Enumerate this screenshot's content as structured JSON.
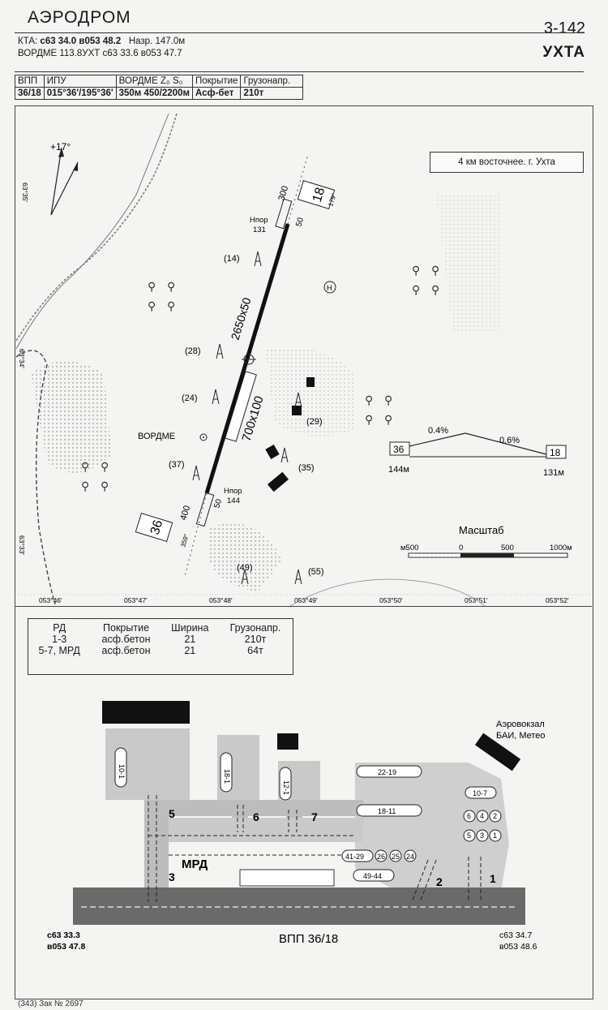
{
  "header": {
    "title": "АЭРОДРОМ",
    "chart_number": "3-142",
    "city": "УХТА",
    "kta_prefix": "КТА:",
    "kta_coords": "с63 34.0 в053 48.2",
    "elevation": "Назр. 147.0м",
    "vordme_line": "ВОРДМЕ 113.8УХТ с63 33.6 в053 47.7"
  },
  "runway_table": {
    "headers": [
      "ВПП",
      "ИПУ",
      "ВОРДМЕ Z₀ S₀",
      "Покрытие",
      "Грузонапр."
    ],
    "row": [
      "36/18",
      "015°36'/195°36'",
      "350м 450/2200м",
      "Асф-бет",
      "210т"
    ]
  },
  "aerodrome_map": {
    "magvar": "+17°",
    "note": "4 км восточнее. г. Ухта",
    "runway_dims": "2650x50",
    "strip_dims": "700x100",
    "vordme_label": "ВОРДМЕ",
    "rwy_north": "18",
    "rwy_north_hdg": "179°",
    "rwy_south": "36",
    "rwy_south_hdg": "359°",
    "threshold_north_label": "Нпор",
    "threshold_north_elev": "131",
    "threshold_south_label": "Нпор",
    "threshold_south_elev": "144",
    "dist_300": "300",
    "dist_400": "400",
    "dist_50a": "50",
    "dist_50b": "50",
    "helipad": "H",
    "obstacles": [
      "(14)",
      "(28)",
      "(24)",
      "(37)",
      "(29)",
      "(35)",
      "(49)",
      "(55)"
    ],
    "lat_labels": [
      "63°35'",
      "63°34'",
      "63°33'"
    ],
    "lon_labels": [
      "053°46'",
      "053°47'",
      "053°48'",
      "053°49'",
      "053°50'",
      "053°51'",
      "053°52'"
    ],
    "profile": {
      "left_rwy": "36",
      "left_elev": "144м",
      "right_rwy": "18",
      "right_elev": "131м",
      "slope_left": "0.4%",
      "slope_right": "0.6%"
    },
    "scale": {
      "title": "Масштаб",
      "labels": [
        "м500",
        "0",
        "500",
        "1000м"
      ]
    }
  },
  "taxiway_table": {
    "headers": [
      "РД",
      "Покрытие",
      "Ширина",
      "Грузонапр."
    ],
    "rows": [
      [
        "1-3",
        "асф.бетон",
        "21",
        "210т"
      ],
      [
        "5-7, МРД",
        "асф.бетон",
        "21",
        "64т"
      ]
    ]
  },
  "apron": {
    "terminal": "Аэровокзал",
    "terminal_sub": "БАИ, Метео",
    "mrd": "МРД",
    "taxiways": [
      "1",
      "2",
      "3",
      "5",
      "6",
      "7"
    ],
    "stands": [
      "10-1",
      "18-1",
      "12-1",
      "22-19",
      "18-11",
      "10-7",
      "6",
      "4",
      "2",
      "5",
      "3",
      "1",
      "41-29",
      "26",
      "25",
      "24",
      "49-44"
    ],
    "runway": "ВПП 36/18",
    "coord_left": "с63 33.3",
    "coord_left2": "в053 47.8",
    "coord_right": "с63 34.7",
    "coord_right2": "в053 48.6"
  },
  "footer": "(343) Зак № 2697"
}
